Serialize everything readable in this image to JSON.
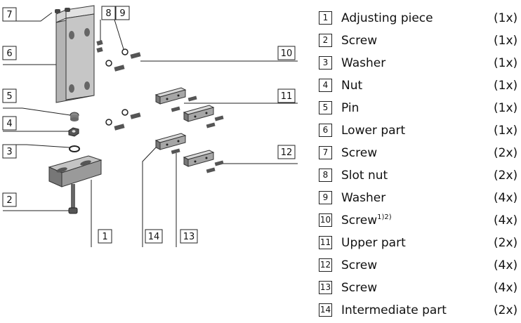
{
  "parts": [
    {
      "number": "1",
      "name": "Adjusting piece",
      "qty": "(1x)"
    },
    {
      "number": "2",
      "name": "Screw",
      "qty": "(1x)"
    },
    {
      "number": "3",
      "name": "Washer",
      "qty": "(1x)"
    },
    {
      "number": "4",
      "name": "Nut",
      "qty": "(1x)"
    },
    {
      "number": "5",
      "name": "Pin",
      "qty": "(1x)"
    },
    {
      "number": "6",
      "name": "Lower part",
      "qty": "(1x)"
    },
    {
      "number": "7",
      "name": "Screw",
      "qty": "(2x)"
    },
    {
      "number": "8",
      "name": "Slot nut",
      "qty": "(2x)"
    },
    {
      "number": "9",
      "name": "Washer",
      "qty": "(4x)"
    },
    {
      "number": "10",
      "name": "Screw",
      "footnote": "1)2)",
      "qty": "(4x)"
    },
    {
      "number": "11",
      "name": "Upper part",
      "qty": "(2x)"
    },
    {
      "number": "12",
      "name": "Screw",
      "qty": "(4x)"
    },
    {
      "number": "13",
      "name": "Screw",
      "qty": "(4x)"
    },
    {
      "number": "14",
      "name": "Intermediate part",
      "qty": "(2x)"
    }
  ],
  "callouts": {
    "c1": "1",
    "c2": "2",
    "c3": "3",
    "c4": "4",
    "c5": "5",
    "c6": "6",
    "c7": "7",
    "c8": "8",
    "c9": "9",
    "c10": "10",
    "c11": "11",
    "c12": "12",
    "c13": "13",
    "c14": "14"
  }
}
